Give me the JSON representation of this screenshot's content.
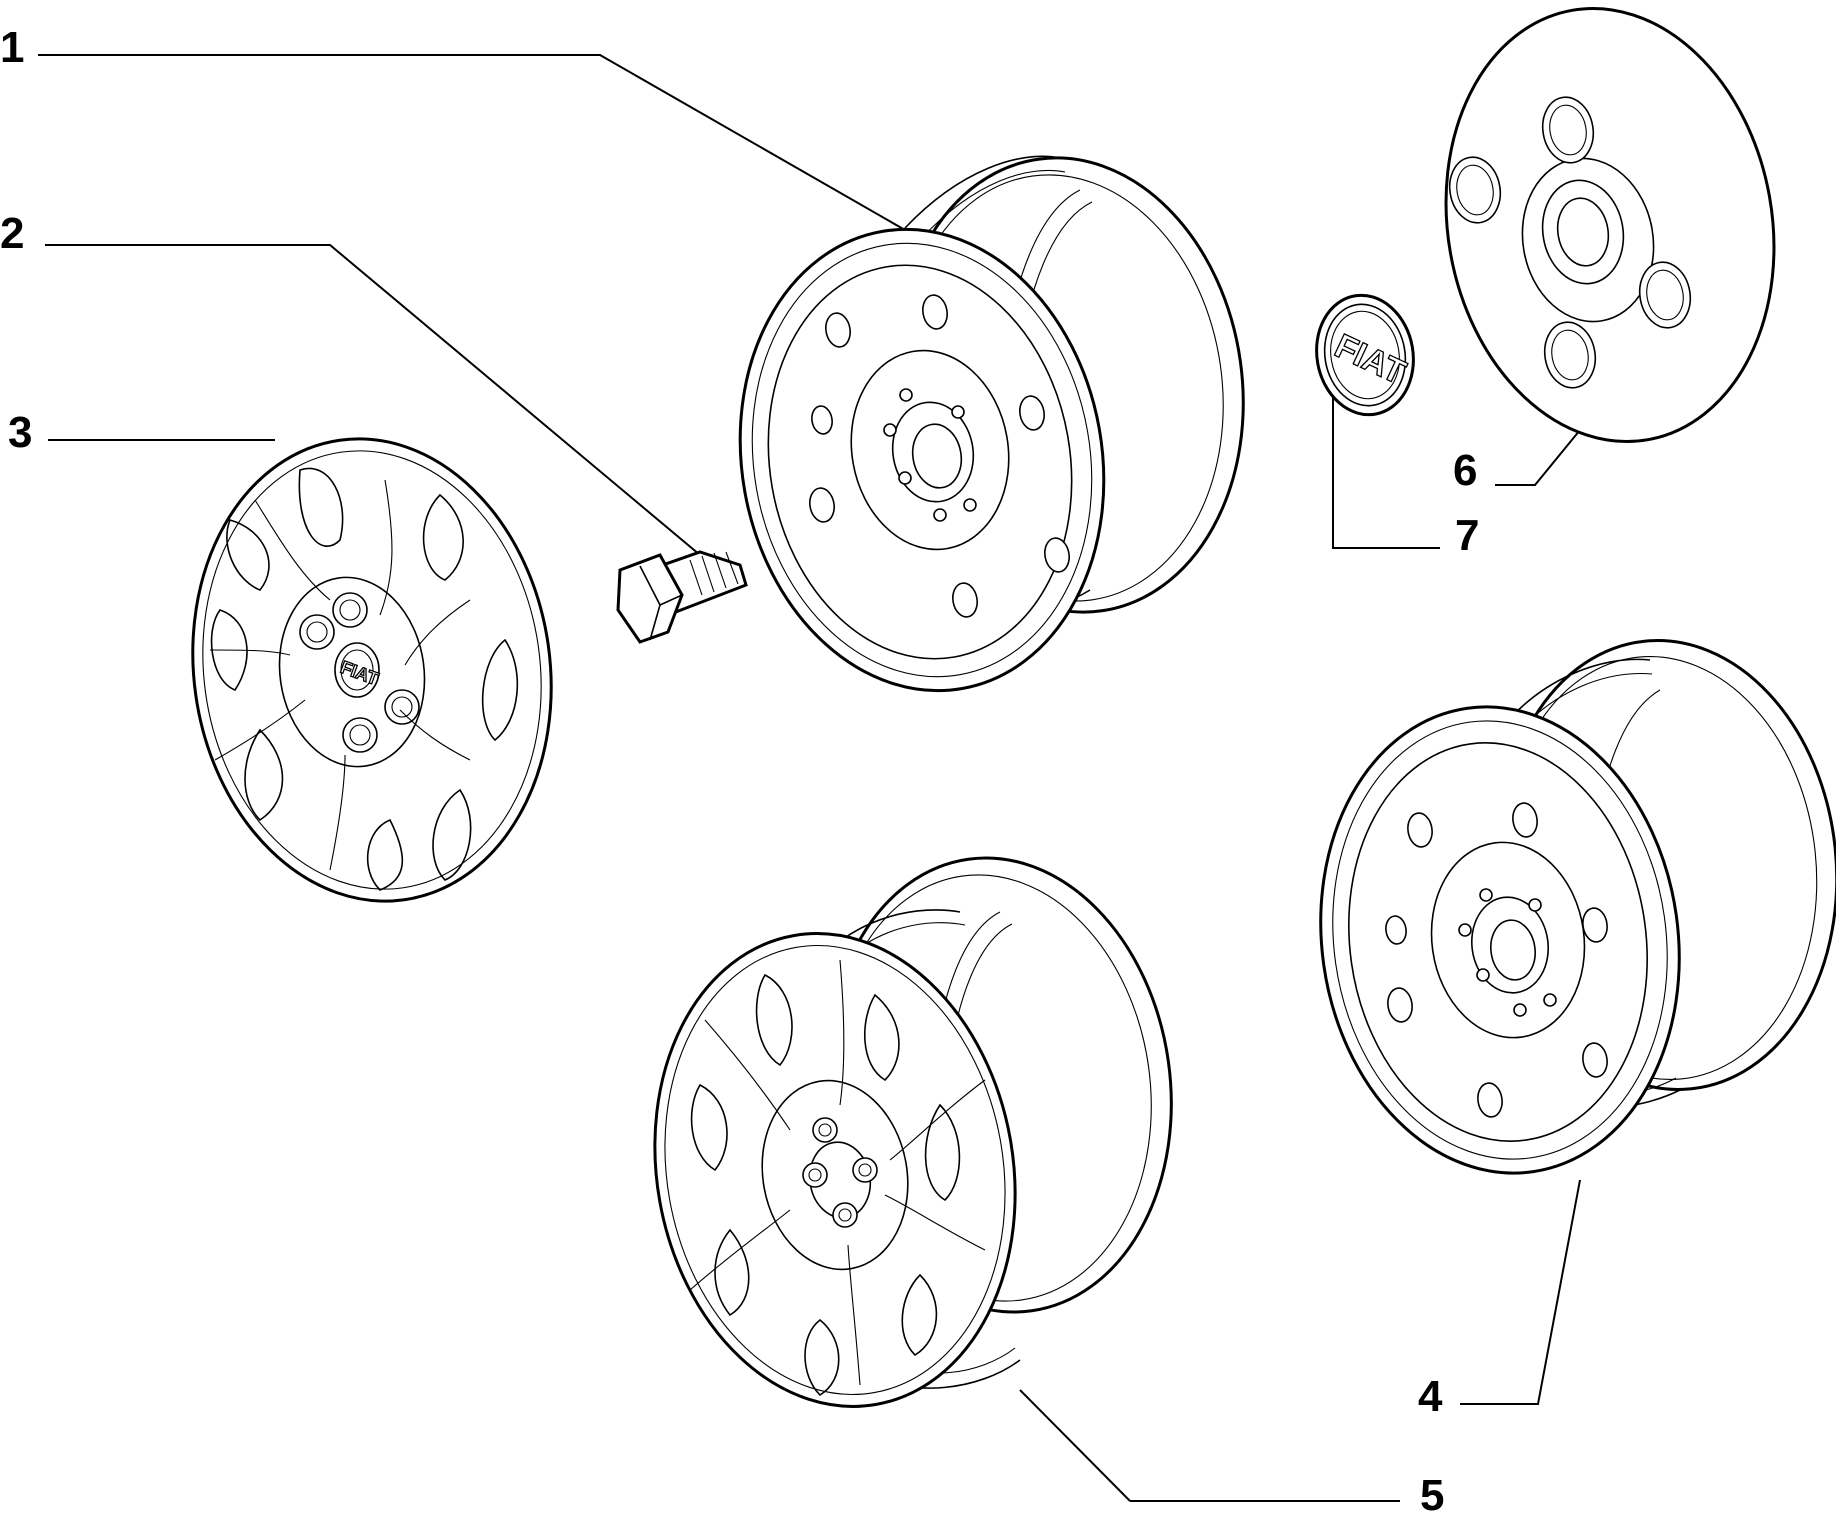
{
  "callouts": [
    {
      "id": "1",
      "part": "steel-wheel-rim-top"
    },
    {
      "id": "2",
      "part": "wheel-bolt"
    },
    {
      "id": "3",
      "part": "hubcap-wheel-trim"
    },
    {
      "id": "4",
      "part": "steel-wheel-rim-right"
    },
    {
      "id": "5",
      "part": "wheel-with-trim"
    },
    {
      "id": "6",
      "part": "hub-cover-disc"
    },
    {
      "id": "7",
      "part": "center-emblem"
    }
  ],
  "emblem": {
    "lettering": "FIAT"
  },
  "colors": {
    "ink": "#000000",
    "paper": "#ffffff"
  }
}
